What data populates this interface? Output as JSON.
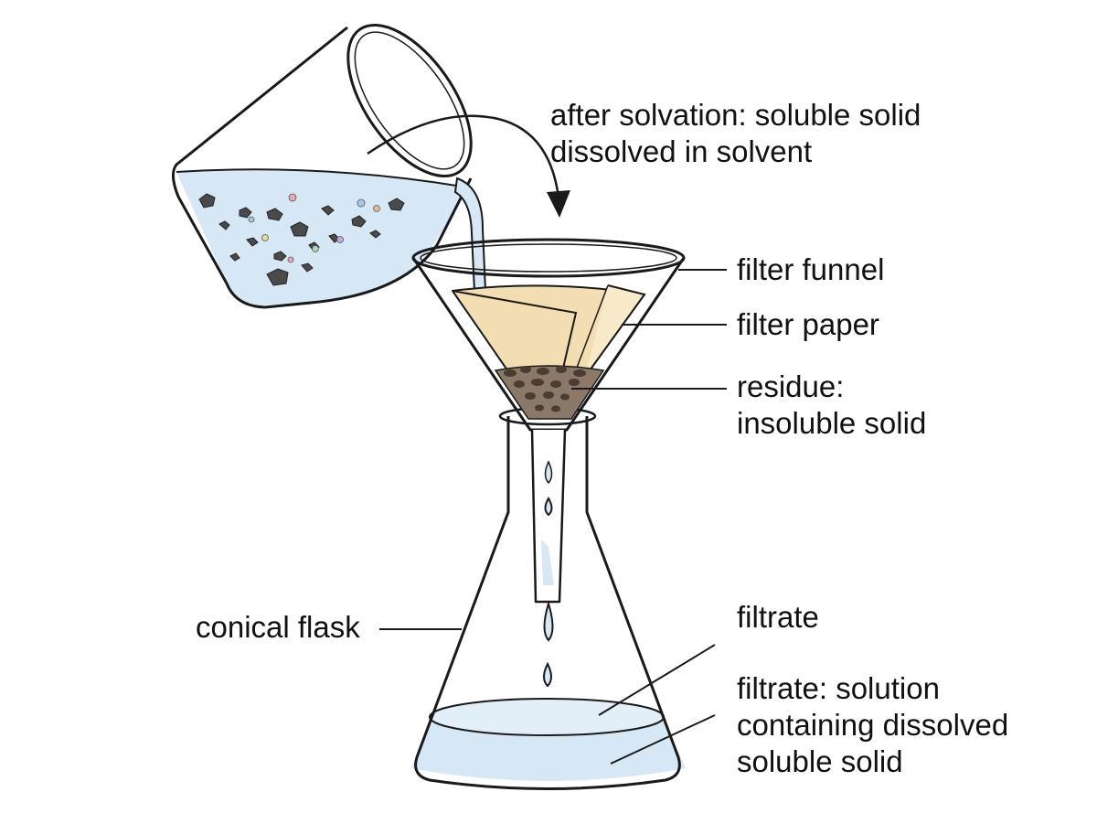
{
  "diagram": {
    "labels": {
      "after_solvation": [
        "after solvation: soluble solid",
        "dissolved in solvent"
      ],
      "filter_funnel": "filter funnel",
      "filter_paper": "filter paper",
      "residue": [
        "residue:",
        "insoluble solid"
      ],
      "conical_flask": "conical flask",
      "filtrate": "filtrate",
      "filtrate_solution": [
        "filtrate: solution",
        "containing dissolved",
        "soluble solid"
      ]
    },
    "colors": {
      "outline": "#1a1a1a",
      "liquid": "#d6e8f5",
      "liquid_edge": "#9fc3de",
      "filter_paper": "#f3deb4",
      "residue": "#5a4a3c",
      "particles": "#4a4a4a"
    }
  }
}
